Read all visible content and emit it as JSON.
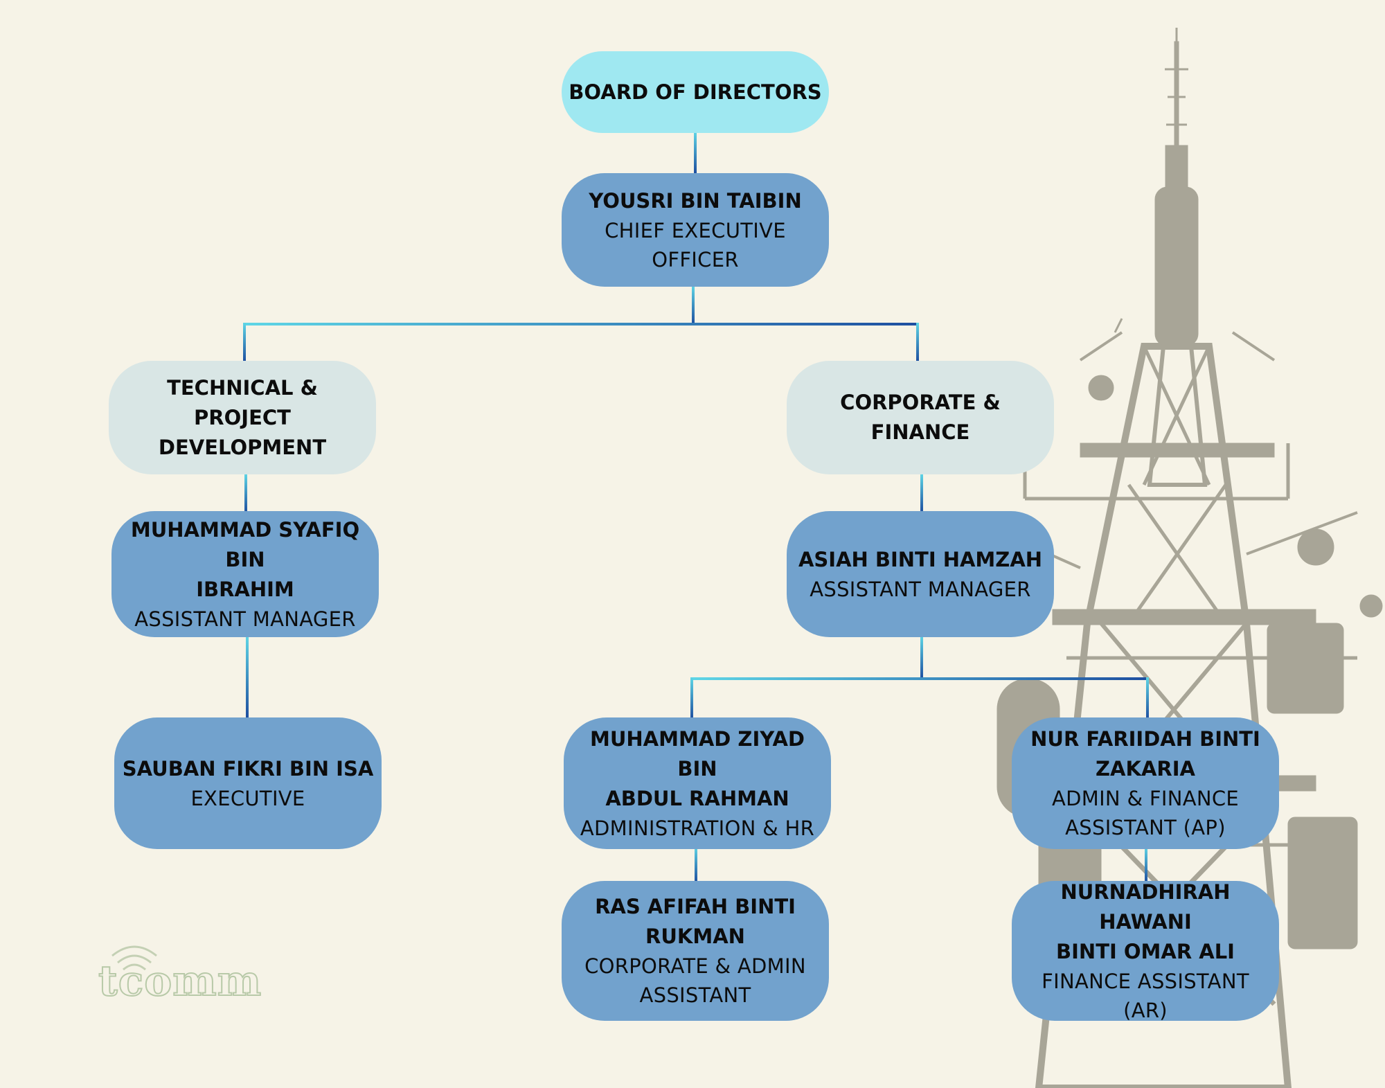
{
  "colors": {
    "background": "#f6f3e7",
    "board_fill": "#9fe8f1",
    "dept_fill": "#d9e6e5",
    "person_fill": "#72a2cd",
    "connector_light": "#5fd6e6",
    "connector_dark": "#1e4fa0",
    "border_light": "#5fd6e6",
    "border_dark": "#1e4fa0",
    "tower": "#a8a597"
  },
  "chart": {
    "board": {
      "name": "BOARD OF DIRECTORS"
    },
    "ceo": {
      "name": "YOUSRI BIN TAIBIN",
      "role": "CHIEF EXECUTIVE OFFICER"
    },
    "departments": [
      {
        "name": "TECHNICAL & PROJECT\nDEVELOPMENT",
        "manager": {
          "name": "MUHAMMAD SYAFIQ BIN\nIBRAHIM",
          "role": "ASSISTANT MANAGER"
        },
        "staff": [
          {
            "name": "SAUBAN FIKRI BIN ISA",
            "role": "EXECUTIVE"
          }
        ]
      },
      {
        "name": "CORPORATE & FINANCE",
        "manager": {
          "name": "ASIAH BINTI HAMZAH",
          "role": "ASSISTANT MANAGER"
        },
        "staff": [
          {
            "name": "MUHAMMAD ZIYAD BIN\nABDUL RAHMAN",
            "role": "ADMINISTRATION & HR"
          },
          {
            "name": "RAS AFIFAH BINTI\nRUKMAN",
            "role": "CORPORATE & ADMIN\nASSISTANT"
          },
          {
            "name": "NUR FARIIDAH BINTI\nZAKARIA",
            "role": "ADMIN & FINANCE\nASSISTANT (AP)"
          },
          {
            "name": "NURNADHIRAH HAWANI\nBINTI OMAR ALI",
            "role": "FINANCE ASSISTANT\n(AR)"
          }
        ]
      }
    ]
  },
  "logo": {
    "text": "tcomm"
  }
}
